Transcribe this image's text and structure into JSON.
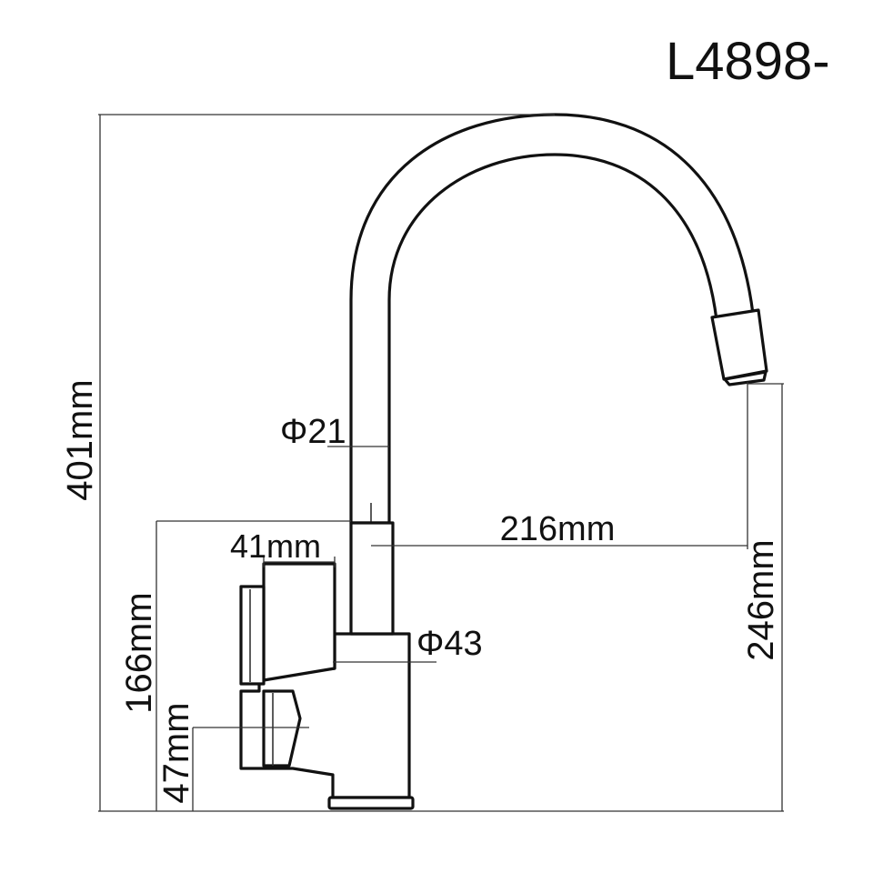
{
  "model_code": "L4898-",
  "dimensions": {
    "overall_height": "401mm",
    "spout_diameter": "Φ21",
    "body_diameter": "Φ43",
    "spout_reach": "216mm",
    "spout_outlet_height": "246mm",
    "body_height": "166mm",
    "handle_height": "47mm",
    "handle_width": "41mm"
  },
  "colors": {
    "line": "#111111",
    "background": "#ffffff"
  }
}
